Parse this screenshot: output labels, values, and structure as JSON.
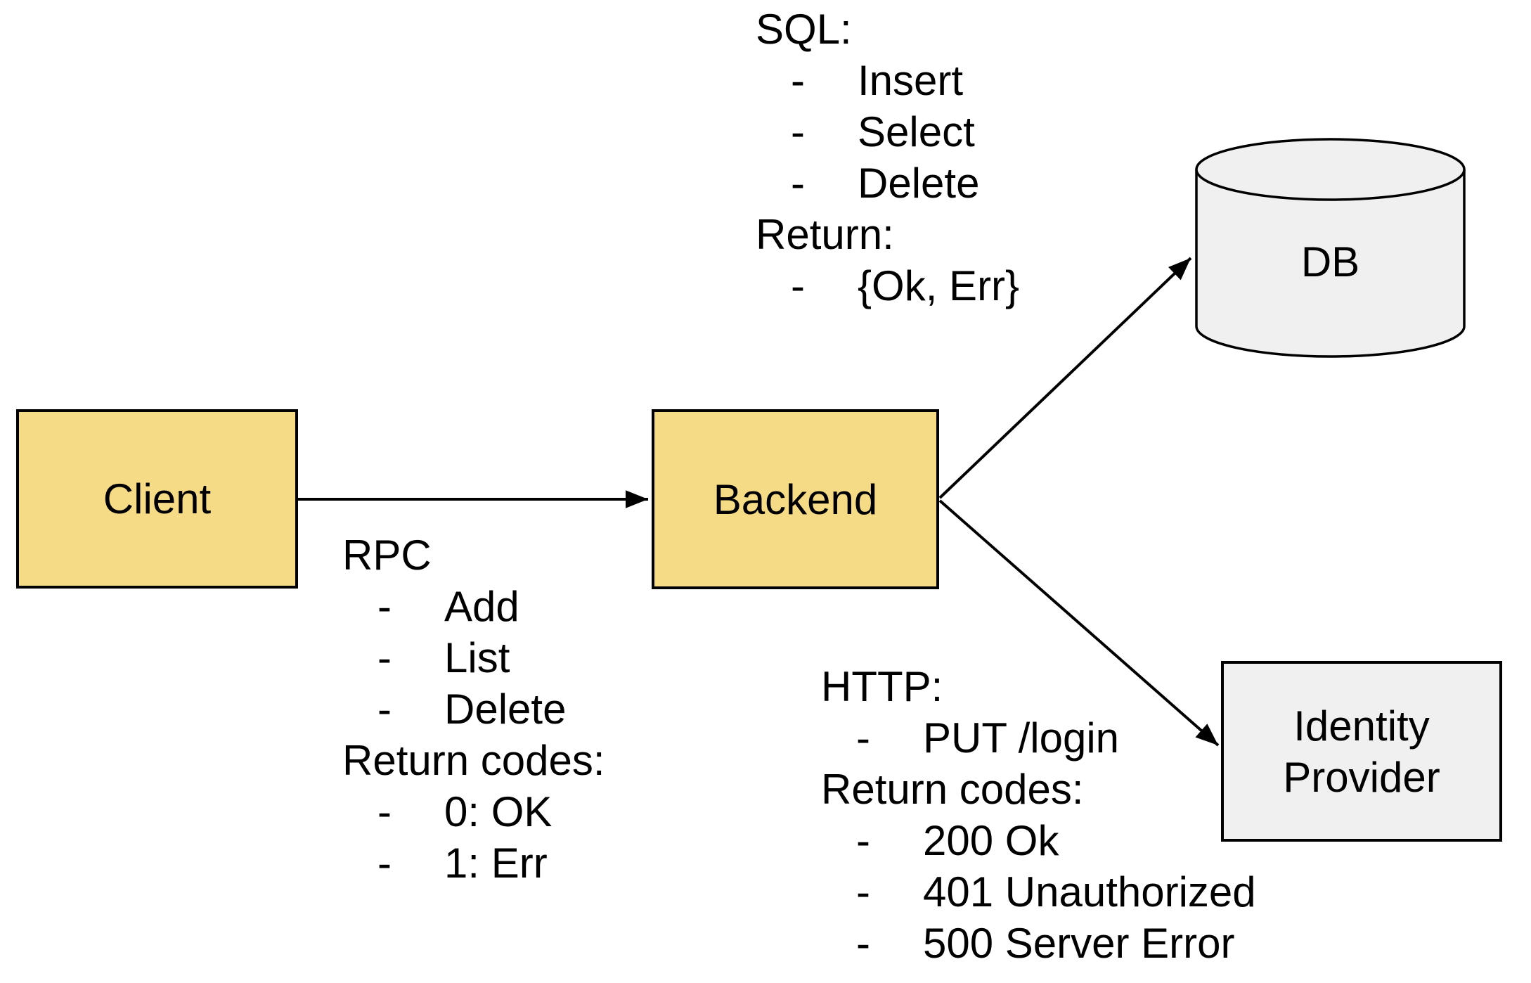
{
  "colors": {
    "yellow": "#F6DB86",
    "gray": "#F0F0F0",
    "stroke": "#000000",
    "text": "#000000",
    "background": "#FFFFFF"
  },
  "bullet": "-",
  "nodes": {
    "client": {
      "label": "Client"
    },
    "backend": {
      "label": "Backend"
    },
    "db": {
      "label": "DB"
    },
    "identity_provider": {
      "label": "Identity Provider"
    }
  },
  "annotations": {
    "sql": {
      "title": "SQL:",
      "items": [
        "Insert",
        "Select",
        "Delete"
      ],
      "return_title": "Return:",
      "return_items": [
        "{Ok, Err}"
      ]
    },
    "rpc": {
      "title": "RPC",
      "items": [
        "Add",
        "List",
        "Delete"
      ],
      "return_title": "Return codes:",
      "return_items": [
        "0: OK",
        "1: Err"
      ]
    },
    "http": {
      "title": "HTTP:",
      "items": [
        "PUT /login"
      ],
      "return_title": "Return codes:",
      "return_items": [
        "200 Ok",
        "401 Unauthorized",
        "500 Server Error"
      ]
    }
  }
}
